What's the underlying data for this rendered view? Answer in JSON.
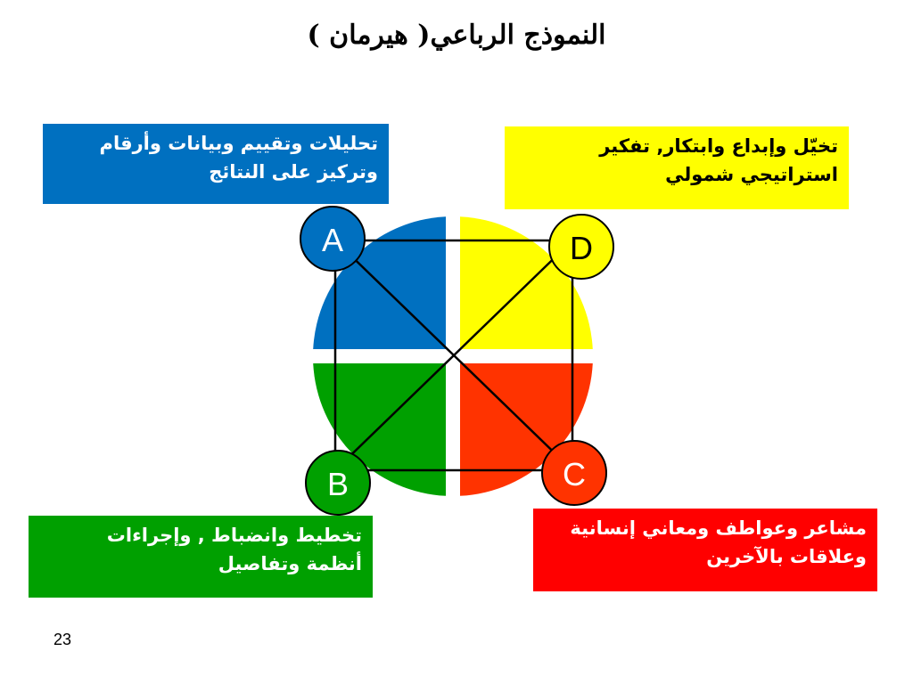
{
  "title": "النموذج الرباعي( هيرمان )",
  "quadrants": {
    "A": {
      "letter": "A",
      "color": "#0070c0",
      "description_lines": [
        "تحليلات وتقييم وبيانات وأرقام",
        "وتركيز على النتائج"
      ]
    },
    "B": {
      "letter": "B",
      "color": "#00a000",
      "description_lines": [
        "تخطيط وانضباط  ,  وإجراءات",
        "أنظمة  وتفاصيل"
      ]
    },
    "C": {
      "letter": "C",
      "color": "#ff3300",
      "description_lines": [
        "مشاعر وعواطف ومعاني إنسانية",
        "وعلاقات بالآخرين"
      ]
    },
    "D": {
      "letter": "D",
      "color": "#ffff00",
      "description_lines": [
        "تخيّل وإبداع وابتكار, تفكير",
        "استراتيجي شمولي"
      ]
    }
  },
  "page_number": "23"
}
